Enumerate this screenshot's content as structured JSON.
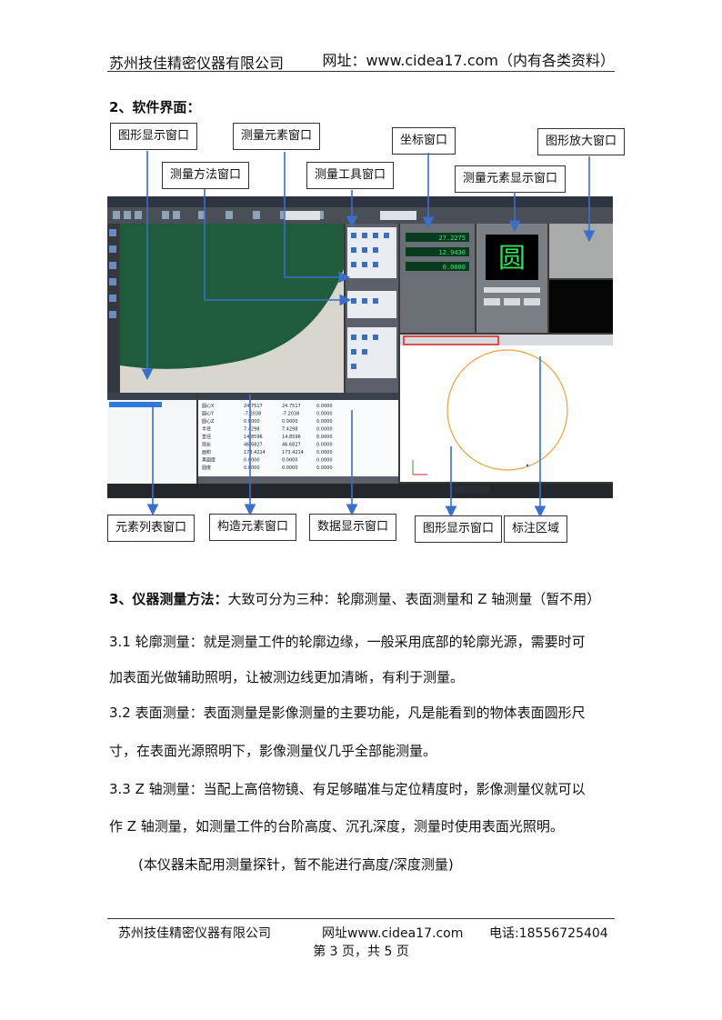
{
  "header": {
    "company": "苏州技佳精密仪器有限公司",
    "website": "网址：www.cidea17.com（内有各类资料）"
  },
  "section2": {
    "title": "2、软件界面："
  },
  "figure": {
    "callouts_top": [
      "图形显示窗口",
      "测量元素窗口",
      "坐标窗口",
      "图形放大窗口",
      "测量方法窗口",
      "测量工具窗口",
      "测量元素显示窗口"
    ],
    "callouts_bottom": [
      "元素列表窗口",
      "构造元素窗口",
      "数据显示窗口",
      "图形显示窗口",
      "标注区域"
    ],
    "screen": {
      "coords": [
        "27.2275",
        "12.9430",
        "0.0000"
      ],
      "element_glyph": "圆",
      "table_rows": [
        [
          "圆心X",
          "24.7517",
          "24.7517",
          "0.0000"
        ],
        [
          "圆心Y",
          "-7.2038",
          "-7.2038",
          "0.0000"
        ],
        [
          "圆心Z",
          "0.0000",
          "0.0000",
          "0.0000"
        ],
        [
          "半径",
          "7.4298",
          "7.4298",
          "0.0000"
        ],
        [
          "直径",
          "14.8596",
          "14.8596",
          "0.0000"
        ],
        [
          "周长",
          "46.6827",
          "46.6827",
          "0.0000"
        ],
        [
          "面积",
          "173.4214",
          "173.4214",
          "0.0000"
        ],
        [
          "真圆度",
          "0.0000",
          "0.0000",
          "0.0000"
        ],
        [
          "圆度",
          "0.0000",
          "0.0000",
          "0.0000"
        ]
      ]
    }
  },
  "section3": {
    "title": "3、仪器测量方法：",
    "intro": "大致可分为三种：轮廓测量、表面测量和 Z 轴测量（暂不用）",
    "p31_l1": "3.1 轮廓测量：就是测量工件的轮廓边缘，一般采用底部的轮廓光源，需要时可",
    "p31_l2": "加表面光做辅助照明，让被测边线更加清晰，有利于测量。",
    "p32_l1": "3.2 表面测量：表面测量是影像测量的主要功能，凡是能看到的物体表面圆形尺",
    "p32_l2": "寸，在表面光源照明下，影像测量仪几乎全部能测量。",
    "p33_l1": "3.3 Z 轴测量：当配上高倍物镜、有足够瞄准与定位精度时，影像测量仪就可以",
    "p33_l2": "作 Z 轴测量，如测量工件的台阶高度、沉孔深度，测量时使用表面光照明。",
    "note": "(本仪器未配用测量探针，暂不能进行高度/深度测量)"
  },
  "footer": {
    "company": "苏州技佳精密仪器有限公司",
    "website": "网址www.cidea17.com",
    "phone": "电话:18556725404",
    "page": "第 3 页，共 5 页"
  }
}
